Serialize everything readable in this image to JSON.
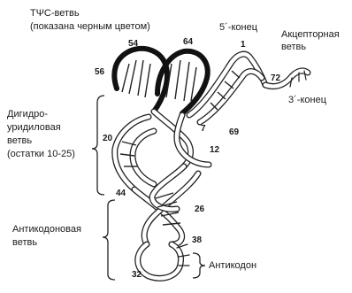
{
  "labels": {
    "tpsi_arm_line1": "TΨC-ветвь",
    "tpsi_arm_line2": "(показана черным цветом)",
    "five_prime_end": "5´-конец",
    "acceptor_line1": "Акцепторная",
    "acceptor_line2": "ветвь",
    "three_prime_end": "3´-конец",
    "dhu_line1": "Дигидро-",
    "dhu_line2": "уридиловая",
    "dhu_line3": "ветвь",
    "dhu_line4": "(остатки 10-25)",
    "anticodon_arm_line1": "Антикодоновая",
    "anticodon_arm_line2": "ветвь",
    "anticodon": "Антикодон"
  },
  "residues": {
    "r54": "54",
    "r64": "64",
    "r56": "56",
    "r1": "1",
    "r72": "72",
    "r7": "7",
    "r69": "69",
    "r20": "20",
    "r12": "12",
    "r44": "44",
    "r26": "26",
    "r38": "38",
    "r32": "32"
  }
}
